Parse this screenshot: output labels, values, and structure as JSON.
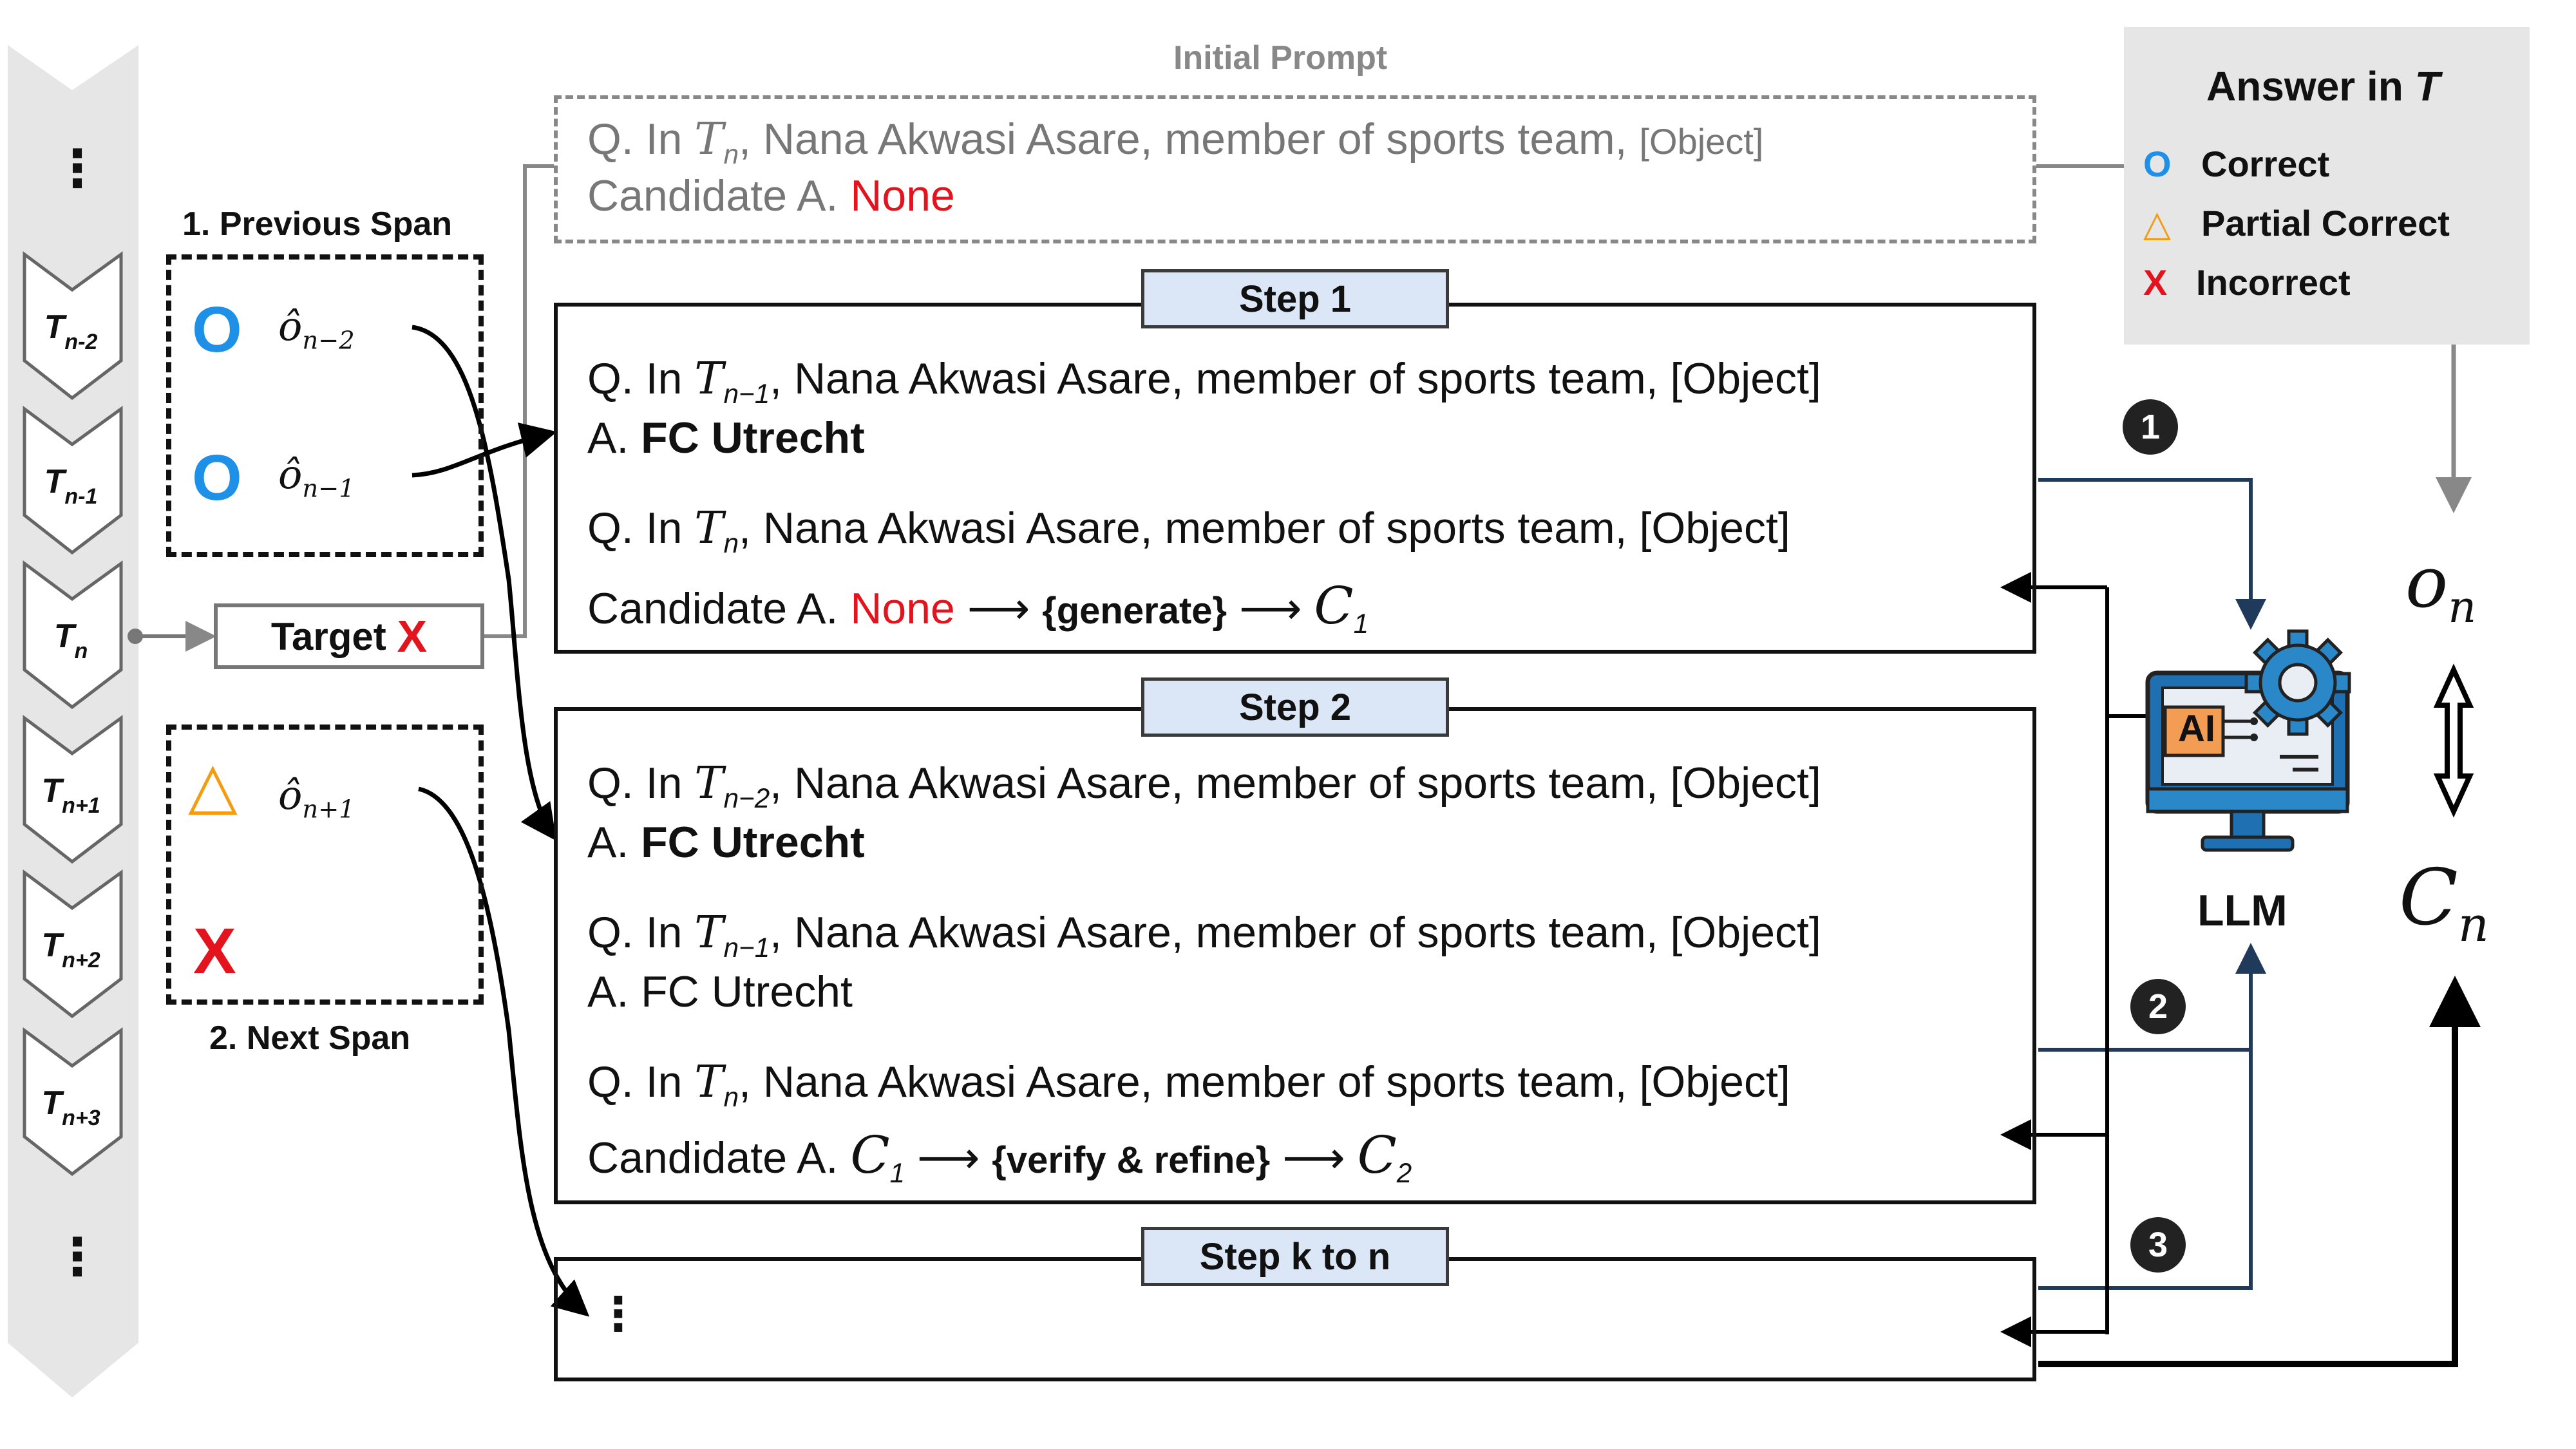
{
  "initial_prompt": {
    "title": "Initial Prompt",
    "line1_pre": "Q. In ",
    "line1_var": "T",
    "line1_sub": "n",
    "line1_post": ", Nana Akwasi Asare, member of sports team, ",
    "line1_tag": "[Object]",
    "line2_pre": "Candidate A. ",
    "line2_none": "None"
  },
  "answer_legend": {
    "title_pre": "Answer in ",
    "title_var": "T",
    "items": [
      {
        "symbol": "O",
        "label": "Correct"
      },
      {
        "symbol": "△",
        "label": "Partial Correct"
      },
      {
        "symbol": "X",
        "label": "Incorrect"
      }
    ]
  },
  "timeline": {
    "top_dots": "⋮",
    "bottom_dots": "⋮",
    "chevrons": [
      {
        "main": "T",
        "sub": "n-2"
      },
      {
        "main": "T",
        "sub": "n-1"
      },
      {
        "main": "T",
        "sub": "n"
      },
      {
        "main": "T",
        "sub": "n+1"
      },
      {
        "main": "T",
        "sub": "n+2"
      },
      {
        "main": "T",
        "sub": "n+3"
      }
    ]
  },
  "previous_span": {
    "label": "1. Previous Span",
    "rows": [
      {
        "symbol": "O",
        "var": "ô",
        "sub": "n−2"
      },
      {
        "symbol": "O",
        "var": "ô",
        "sub": "n−1"
      }
    ]
  },
  "next_span": {
    "label": "2. Next Span",
    "rows": [
      {
        "symbol": "△",
        "var": "ô",
        "sub": "n+1"
      },
      {
        "symbol": "X",
        "var": "",
        "sub": ""
      }
    ]
  },
  "target": {
    "label": "Target ",
    "mark": "X"
  },
  "step1": {
    "tag": "Step 1",
    "q1_pre": "Q. In ",
    "q1_var": "T",
    "q1_sub": "n−1",
    "q_post": ", Nana Akwasi Asare, member of sports team, [Object]",
    "a1_pre": "A. ",
    "a1_val": "FC Utrecht",
    "q2_pre": "Q. In ",
    "q2_var": "T",
    "q2_sub": "n",
    "cand_pre": "Candidate A. ",
    "cand_none": "None",
    "arrow": "⟶",
    "op": "{generate}",
    "out_var": "C",
    "out_sub": "1"
  },
  "step2": {
    "tag": "Step 2",
    "q1_pre": "Q. In ",
    "q1_var": "T",
    "q1_sub": "n−2",
    "q_post": ", Nana Akwasi Asare, member of sports team, [Object]",
    "a1_pre": "A. ",
    "a1_val": "FC Utrecht",
    "q2_pre": "Q. In ",
    "q2_var": "T",
    "q2_sub": "n−1",
    "a2": "A. FC Utrecht",
    "q3_pre": "Q. In ",
    "q3_var": "T",
    "q3_sub": "n",
    "cand_pre": "Candidate A. ",
    "in_var": "C",
    "in_sub": "1",
    "arrow": "⟶",
    "op": "{verify & refine}",
    "out_var": "C",
    "out_sub": "2"
  },
  "stepk": {
    "tag": "Step k to n",
    "dots": "⋮"
  },
  "llm": {
    "label": "LLM",
    "screen_text": "AI",
    "badges": [
      "1",
      "2",
      "3"
    ]
  },
  "result": {
    "o_var": "o",
    "o_sub": "n",
    "c_var": "C",
    "c_sub": "n"
  },
  "colors": {
    "red": "#e3141d",
    "blue": "#1e90e8",
    "orange": "#f39c12",
    "navy": "#1f3a5a",
    "step_fill": "#dbe6f6",
    "gray": "#888888"
  }
}
